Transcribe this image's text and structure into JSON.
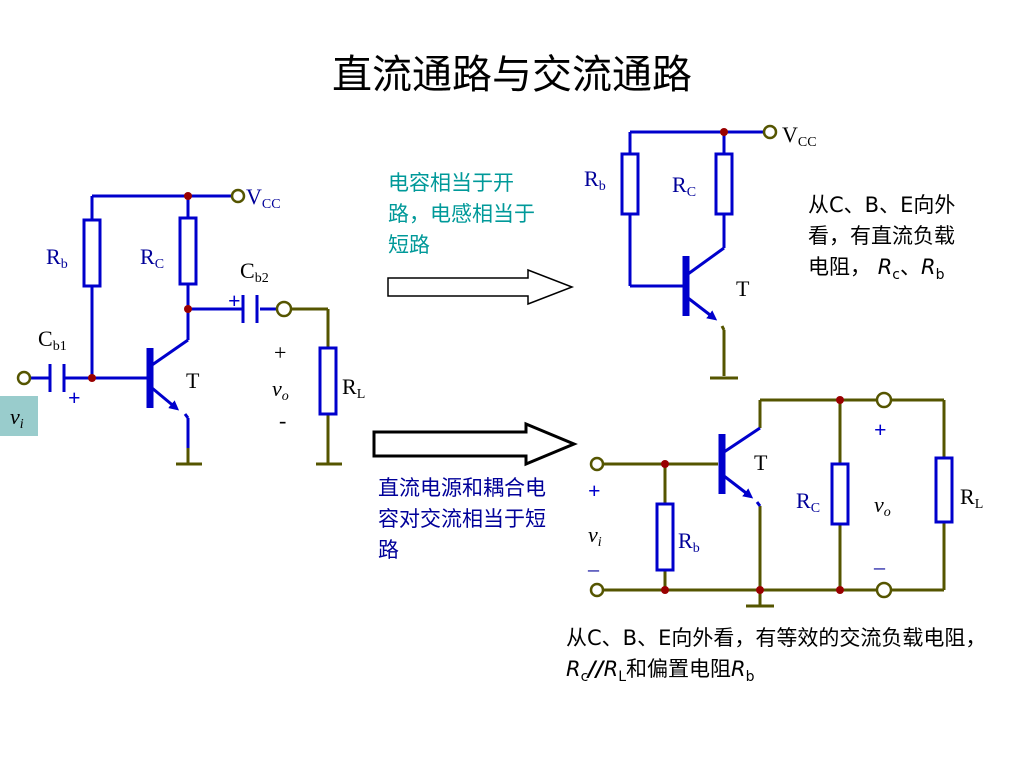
{
  "title": "直流通路与交流通路",
  "notes": {
    "open_circuit": "电容相当于开路，电感相当于短路",
    "short_circuit": "直流电源和耦合电容对交流相当于短路",
    "dc_load_text": "从C、B、E向外看，有直流负载电阻，",
    "dc_load_rc": "R",
    "dc_load_rc_sub": "c",
    "dc_load_sep": "、",
    "dc_load_rb": "R",
    "dc_load_rb_sub": "b",
    "ac_load_text": "从C、B、E向外看，有等效的交流负载电阻，",
    "ac_load_rc": "R",
    "ac_load_rc_sub": "c",
    "ac_load_par": "//",
    "ac_load_rl": "R",
    "ac_load_rl_sub": "L",
    "ac_load_tail": "和偏置电阻",
    "ac_load_rb": "R",
    "ac_load_rb_sub": "b"
  },
  "circuit_original": {
    "vcc": "V",
    "vcc_sub": "CC",
    "rb": "R",
    "rb_sub": "b",
    "rc": "R",
    "rc_sub": "C",
    "cb1": "C",
    "cb1_sub": "b1",
    "cb2": "C",
    "cb2_sub": "b2",
    "rl": "R",
    "rl_sub": "L",
    "transistor": "T",
    "plus_in": "+",
    "plus_cb2": "+",
    "vo_plus": "+",
    "vo": "v",
    "vo_sub": "o",
    "vo_minus": "-",
    "vi": "v",
    "vi_sub": "i"
  },
  "circuit_dc": {
    "vcc": "V",
    "vcc_sub": "CC",
    "rb": "R",
    "rb_sub": "b",
    "rc": "R",
    "rc_sub": "C",
    "transistor": "T"
  },
  "circuit_ac": {
    "transistor": "T",
    "rc": "R",
    "rc_sub": "C",
    "rl": "R",
    "rl_sub": "L",
    "rb": "R",
    "rb_sub": "b",
    "vi_plus": "+",
    "vi": "v",
    "vi_sub": "i",
    "vi_minus": "–",
    "vo_plus": "+",
    "vo": "v",
    "vo_sub": "o",
    "vo_minus": "–"
  },
  "colors": {
    "wire_blue": "#0000CC",
    "wire_olive": "#555500",
    "node": "#990000",
    "label_blue": "#000099",
    "teal": "#009999",
    "vi_box": "#99CCCC"
  }
}
